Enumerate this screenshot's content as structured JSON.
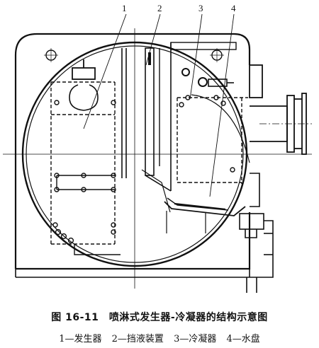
{
  "figure": {
    "callouts": [
      "1",
      "2",
      "3",
      "4"
    ]
  },
  "caption": {
    "title": "图 16-11　喷淋式发生器-冷凝器的结构示意图",
    "legend": [
      "1—发生器",
      "2—挡液装置",
      "3—冷凝器",
      "4—水盘"
    ]
  }
}
